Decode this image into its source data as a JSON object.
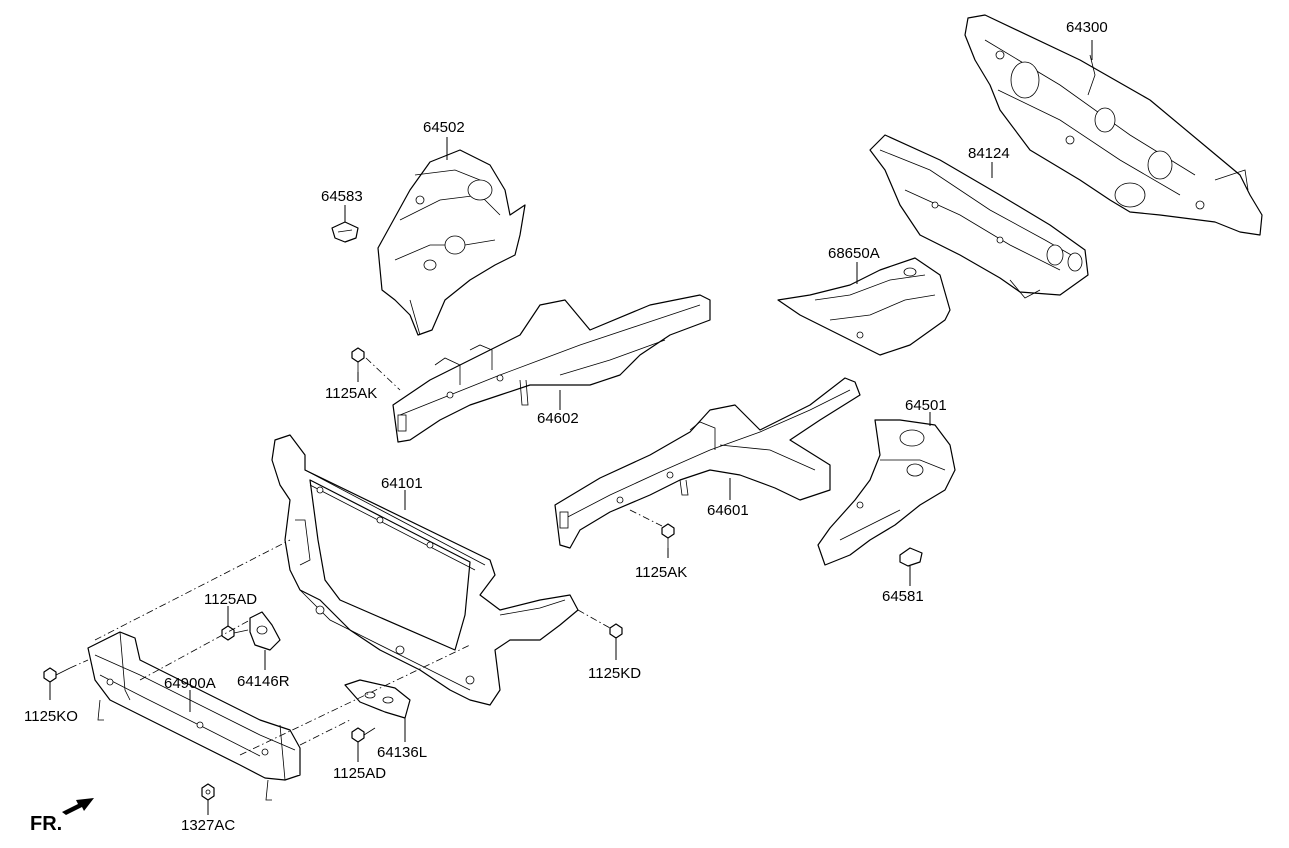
{
  "labels": {
    "p64300": "64300",
    "p84124": "84124",
    "p64502": "64502",
    "p64583": "64583",
    "p68650A": "68650A",
    "p1125AK_a": "1125AK",
    "p64602": "64602",
    "p64501": "64501",
    "p64101": "64101",
    "p64601": "64601",
    "p1125AK_b": "1125AK",
    "p64581": "64581",
    "p1125AD_a": "1125AD",
    "p64146R": "64146R",
    "p1125KD": "1125KD",
    "p1125KO": "1125KO",
    "p64900A": "64900A",
    "p64136L": "64136L",
    "p1125AD_b": "1125AD",
    "p1327AC": "1327AC"
  },
  "direction": {
    "text": "FR."
  }
}
